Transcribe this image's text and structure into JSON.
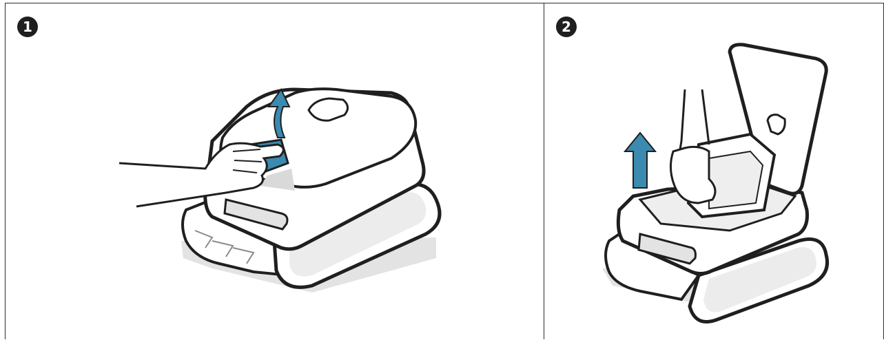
{
  "steps": [
    {
      "number": "1",
      "arrow_direction": "up",
      "action": "lift-lid"
    },
    {
      "number": "2",
      "arrow_direction": "up",
      "action": "remove-filter-basket"
    }
  ],
  "colors": {
    "accent": "#3b8ab0",
    "outline": "#1f1f1f",
    "shadow": "#e3e3e3",
    "fill": "#ffffff",
    "light_gray": "#eeeeee"
  }
}
